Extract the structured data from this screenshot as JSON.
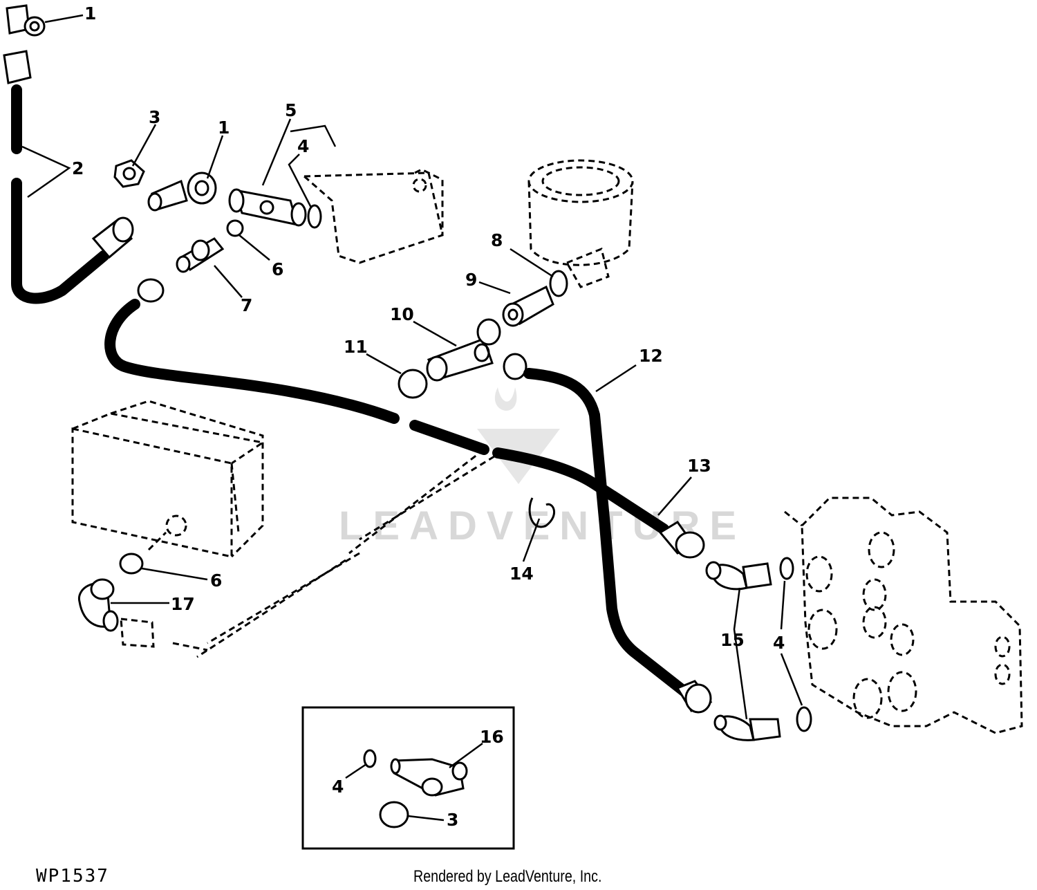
{
  "diagram": {
    "code": "WP1537",
    "credit": "Rendered by LeadVenture, Inc.",
    "watermark": "LEADVENTURE",
    "callouts": [
      "1",
      "1",
      "2",
      "3",
      "3",
      "4",
      "4",
      "4",
      "5",
      "6",
      "6",
      "7",
      "8",
      "9",
      "10",
      "11",
      "12",
      "13",
      "14",
      "15",
      "16",
      "17"
    ]
  }
}
